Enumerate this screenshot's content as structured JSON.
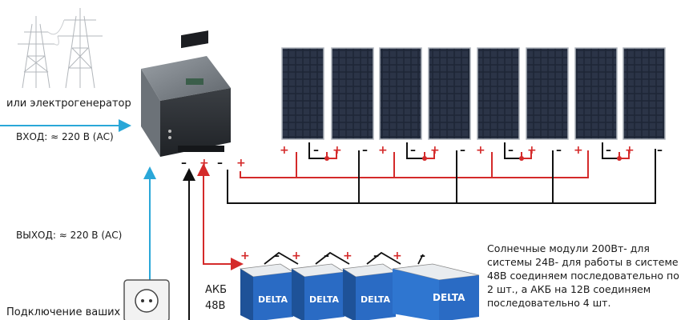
{
  "labels": {
    "generator": "или электрогенератор",
    "input": "ВХОД: ≈ 220 В (АС)",
    "output": "ВЫХОД: ≈ 220 В (АС)",
    "connection": "Подключение ваших",
    "battery_line1": "АКБ",
    "battery_line2": "48В"
  },
  "note": {
    "lines": [
      "Солнечные модули 200Вт- для",
      "системы 24В- для работы в системе",
      "48В соединяем последовательно по",
      "2 шт., а АКБ на 12В соединяем",
      "последовательно 4 шт."
    ]
  },
  "battery_brand": "DELTA",
  "polarity": {
    "plus": "+",
    "minus": "–"
  },
  "counts": {
    "solar_panels": 8,
    "batteries": 4
  },
  "colors": {
    "wire_red": "#d42a2a",
    "wire_black": "#111111",
    "arrow_blue": "#2aa7d8",
    "panel": "#1c2433",
    "battery_body": "#2a6bc4",
    "battery_lid": "#e9ecef"
  },
  "icons": [
    "power-pylon-icon",
    "inverter-device",
    "solar-panel",
    "battery",
    "wall-socket-icon"
  ]
}
